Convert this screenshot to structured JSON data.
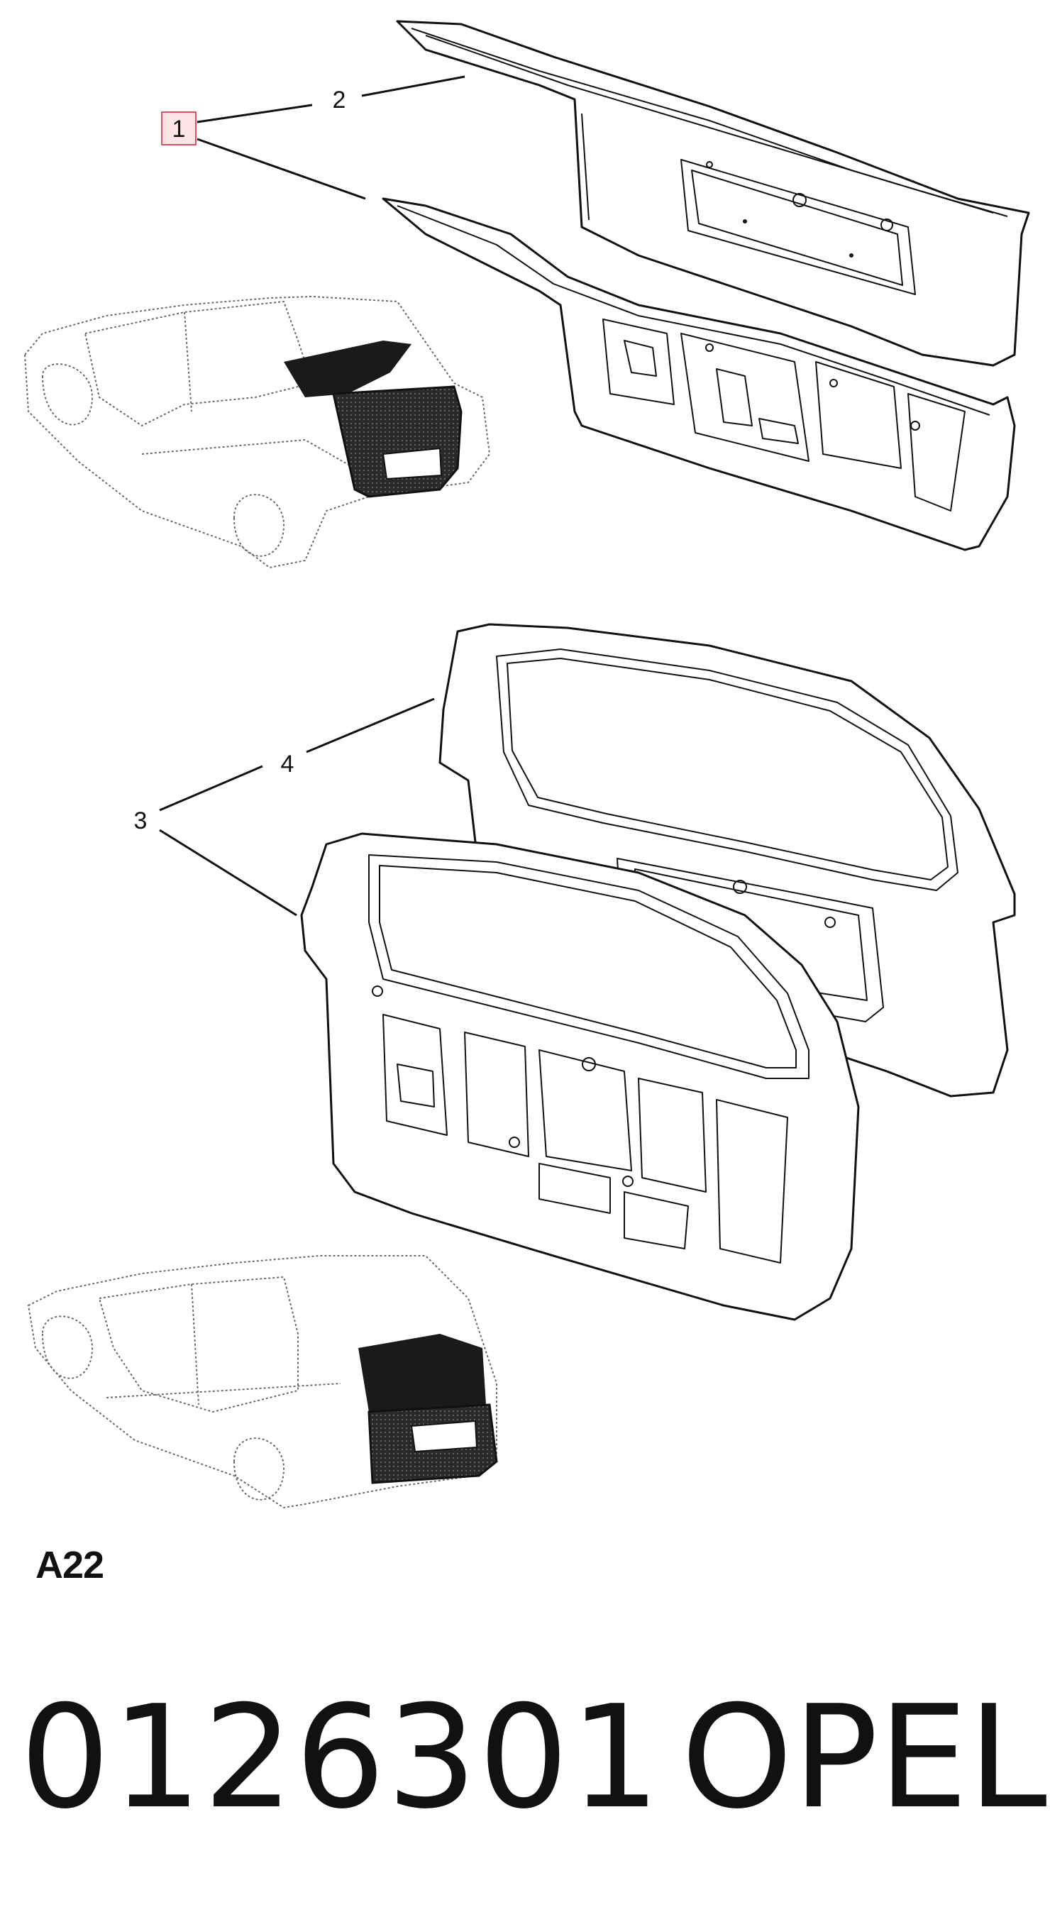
{
  "callouts": [
    {
      "id": "1",
      "label": "1",
      "highlighted": true
    },
    {
      "id": "2",
      "label": "2",
      "highlighted": false
    },
    {
      "id": "3",
      "label": "3",
      "highlighted": false
    },
    {
      "id": "4",
      "label": "4",
      "highlighted": false
    }
  ],
  "section_label": "A22",
  "part_number": "0126301",
  "brand": "OPEL",
  "colors": {
    "highlight_fill": "#fbe3e6",
    "highlight_stroke": "#d9535f",
    "line": "#111111"
  }
}
